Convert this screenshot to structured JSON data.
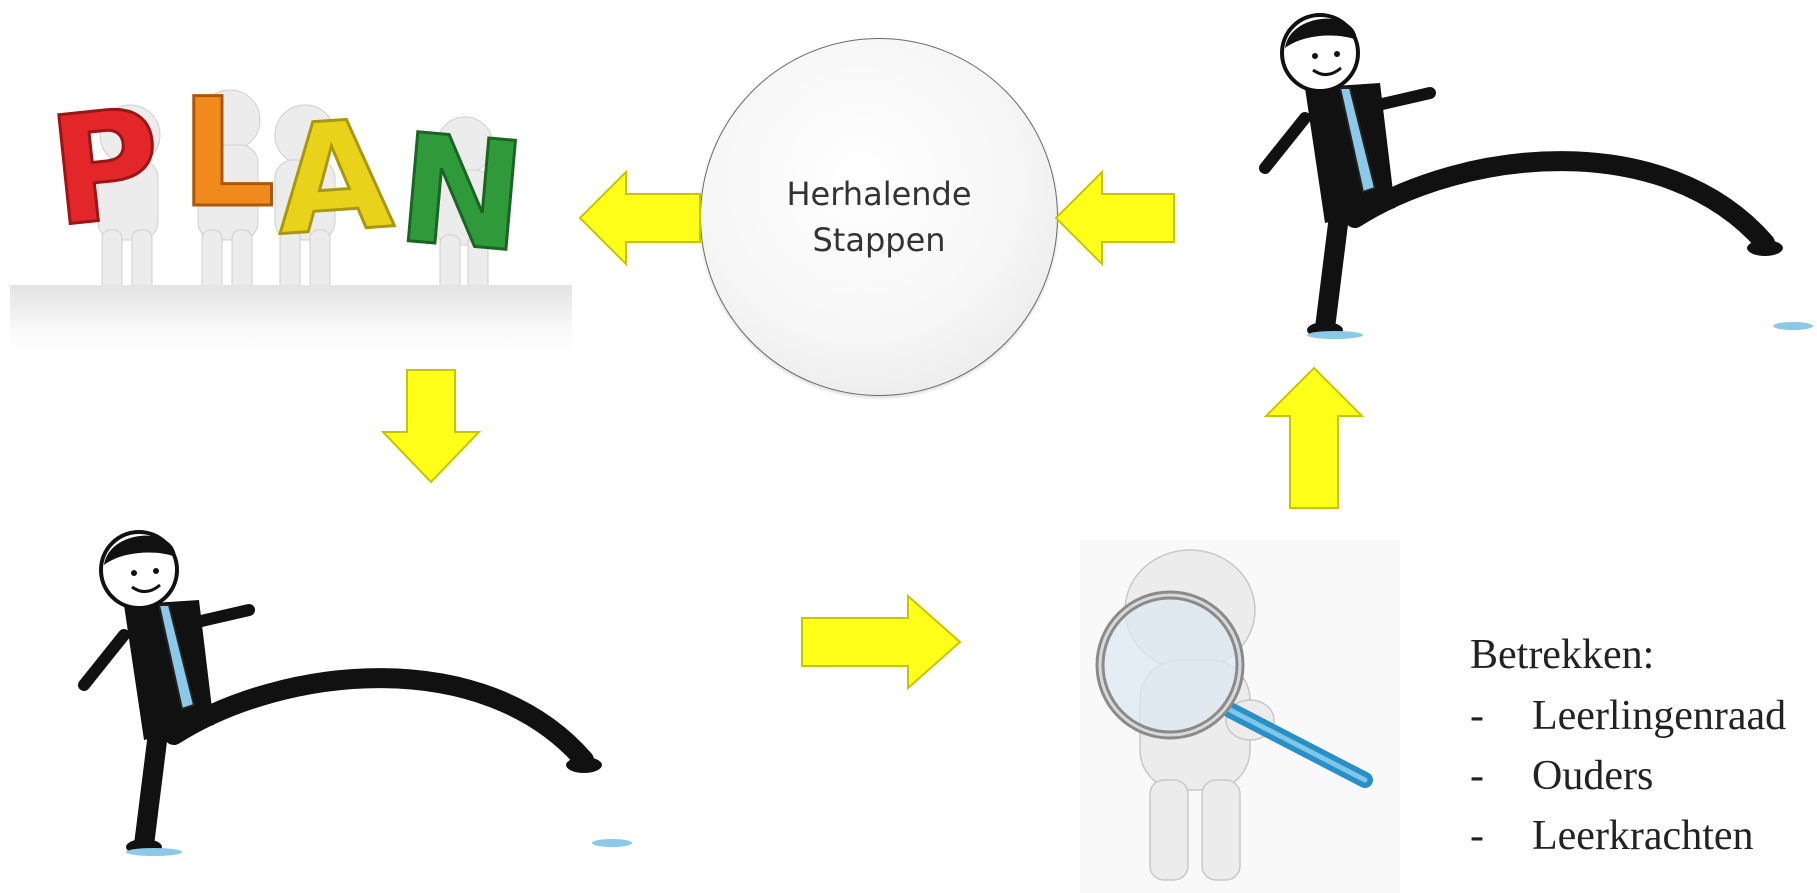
{
  "center": {
    "line1": "Herhalende",
    "line2": "Stappen"
  },
  "plan_image": {
    "letters": [
      "P",
      "L",
      "A",
      "N"
    ],
    "colors": [
      "#e3262a",
      "#f08a1c",
      "#e8d21a",
      "#2f9a3a"
    ]
  },
  "involved": {
    "heading": "Betrekken:",
    "items": [
      "Leerlingenraad",
      "Ouders",
      "Leerkrachten"
    ]
  },
  "colors": {
    "arrow": "#ffff1a",
    "arrow_stroke": "#c9c400",
    "figure": "#111111",
    "tie": "#8cc8e8"
  }
}
